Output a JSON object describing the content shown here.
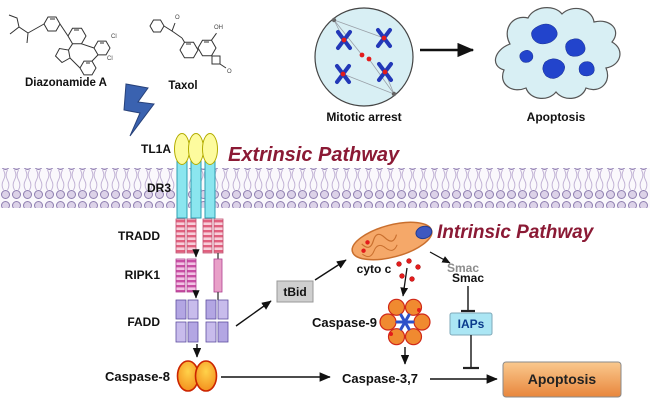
{
  "chem": {
    "diazonamide_label": "Diazonamide A",
    "taxol_label": "Taxol",
    "diazonamide_atoms": [
      "Cl",
      "Cl"
    ],
    "taxol_atoms": [
      "O",
      "OH",
      "O"
    ]
  },
  "top": {
    "mitotic_arrest": "Mitotic arrest",
    "apoptosis": "Apoptosis"
  },
  "titles": {
    "extrinsic": "Extrinsic Pathway",
    "intrinsic": "Intrinsic Pathway"
  },
  "extrinsic": {
    "tl1a": "TL1A",
    "dr3": "DR3",
    "tradd": "TRADD",
    "ripk1": "RIPK1",
    "fadd": "FADD",
    "caspase8": "Caspase-8"
  },
  "intrinsic": {
    "tbid": "tBid",
    "cytoc": "cyto c",
    "smac_back": "Smac",
    "smac_front": "Smac",
    "caspase9": "Caspase-9",
    "iaps": "IAPs"
  },
  "outcome": {
    "caspase37": "Caspase-3,7",
    "apoptosis": "Apoptosis"
  },
  "colors": {
    "pathway_title": "#8B1A35",
    "membrane_head": "#DCD2E8",
    "receptor_cyan": "#8BE6EF",
    "ligand_yellow": "#FDFB9E",
    "tbid_gray": "#CFCFCF",
    "iaps_cyan": "#ABE6F4",
    "apoptosis_orange": "#EE8C3F",
    "mitochondria_orange": "#F5A869",
    "chromosome_blue": "#2238B8",
    "bolt_blue": "#3A62B0"
  }
}
